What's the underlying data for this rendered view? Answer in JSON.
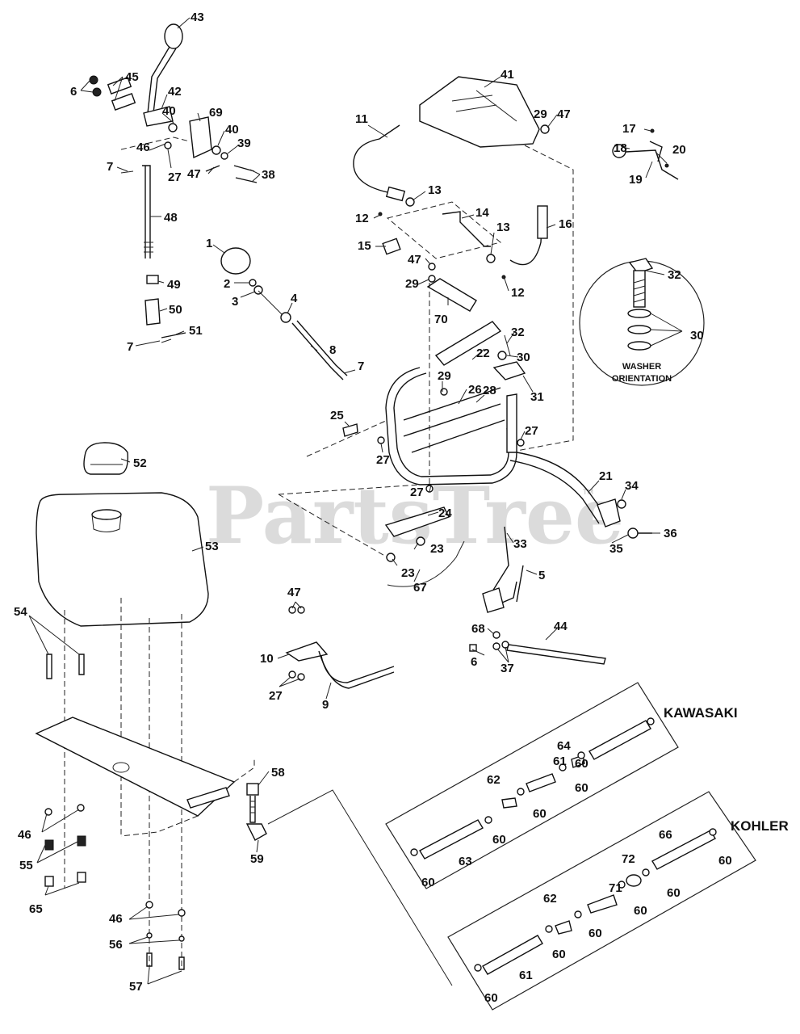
{
  "watermark": "PartsTree",
  "watermark_tm": "TM",
  "section_labels": {
    "kawasaki": "KAWASAKI",
    "kohler": "KOHLER",
    "washer_orientation_line1": "WASHER",
    "washer_orientation_line2": "ORIENTATION"
  },
  "callouts": {
    "c43": "43",
    "c45": "45",
    "c6a": "6",
    "c42": "42",
    "c40a": "40",
    "c69": "69",
    "c40b": "40",
    "c46a": "46",
    "c39": "39",
    "c27a": "27",
    "c47a": "47",
    "c38": "38",
    "c7a": "7",
    "c48": "48",
    "c49": "49",
    "c50": "50",
    "c51": "51",
    "c7b": "7",
    "c1": "1",
    "c2": "2",
    "c3": "3",
    "c4": "4",
    "c8": "8",
    "c7c": "7",
    "c41": "41",
    "c29a": "29",
    "c47b": "47",
    "c11": "11",
    "c13a": "13",
    "c12a": "12",
    "c14": "14",
    "c16": "16",
    "c13b": "13",
    "c15": "15",
    "c47c": "47",
    "c29b": "29",
    "c12b": "12",
    "c70": "70",
    "c17": "17",
    "c18": "18",
    "c19": "19",
    "c20": "20",
    "c32a": "32",
    "c30a": "30",
    "c32b": "32",
    "c22": "22",
    "c30b": "30",
    "c29c": "29",
    "c26": "26",
    "c28": "28",
    "c31": "31",
    "c25": "25",
    "c27b": "27",
    "c27c": "27",
    "c27d": "27",
    "c21": "21",
    "c34": "34",
    "c24": "24",
    "c23a": "23",
    "c23b": "23",
    "c35": "35",
    "c36": "36",
    "c67": "67",
    "c33": "33",
    "c5": "5",
    "c52": "52",
    "c53": "53",
    "c54": "54",
    "c47d": "47",
    "c10": "10",
    "c27e": "27",
    "c9": "9",
    "c68": "68",
    "c44": "44",
    "c6b": "6",
    "c37": "37",
    "c58": "58",
    "c59": "59",
    "c46b": "46",
    "c55": "55",
    "c65": "65",
    "c46c": "46",
    "c56": "56",
    "c57": "57",
    "k60a": "60",
    "k63": "63",
    "k60b": "60",
    "k62": "62",
    "k60c": "60",
    "k61": "61",
    "k60d": "60",
    "k64": "64",
    "k60e": "60",
    "h66": "66",
    "h60a": "60",
    "h72": "72",
    "h60b": "60",
    "h71": "71",
    "h60c": "60",
    "h62": "62",
    "h60d": "60",
    "h60e": "60",
    "h61": "61",
    "h60f": "60"
  }
}
